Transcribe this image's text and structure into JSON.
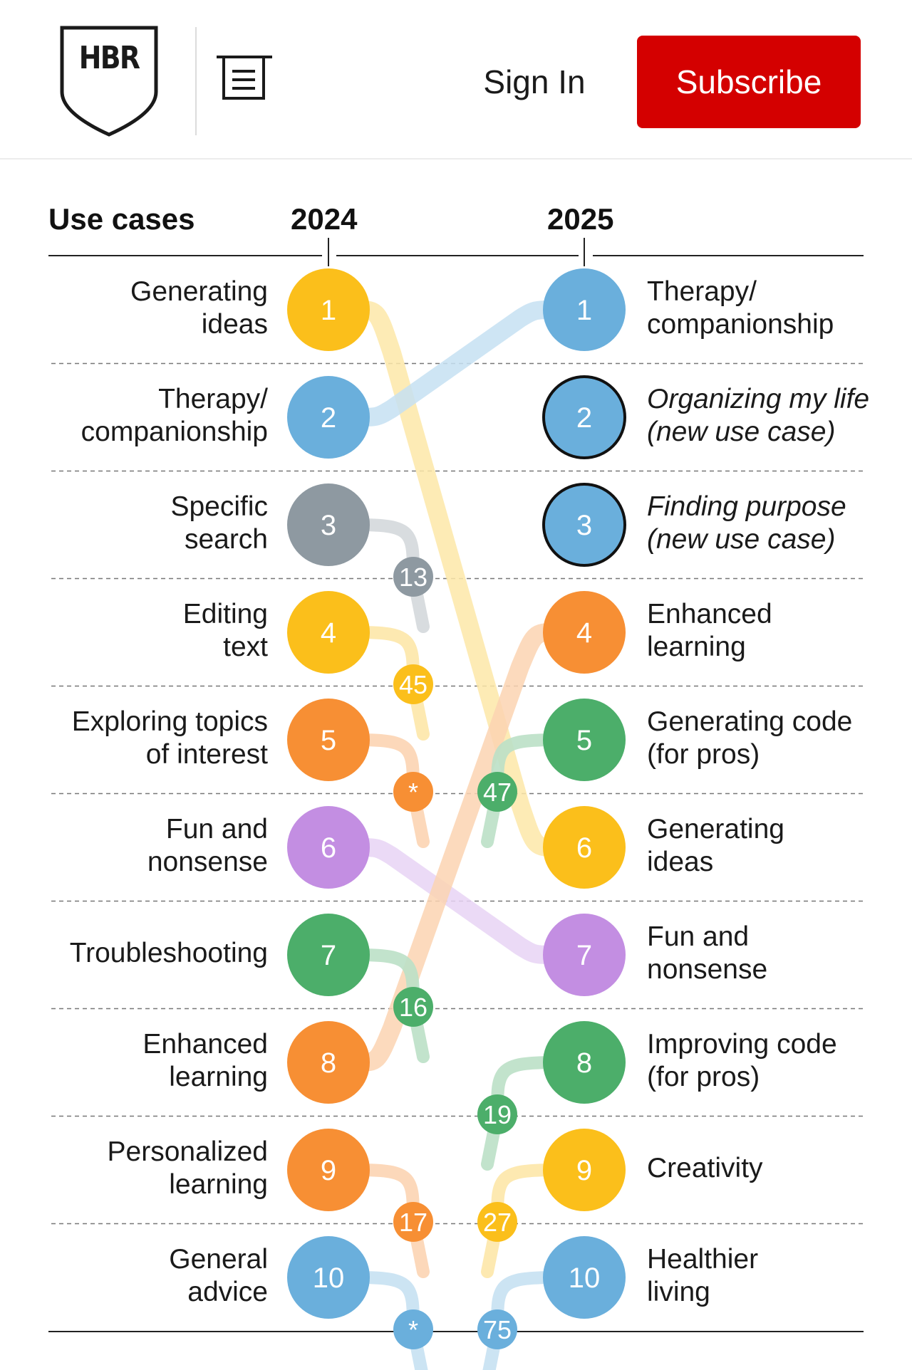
{
  "header": {
    "logo_text": "HBR",
    "signin_label": "Sign In",
    "subscribe_label": "Subscribe",
    "brand_color": "#d40000",
    "icons": {
      "logo": "hbr-shield-icon",
      "menu": "menu-icon"
    }
  },
  "chart_data": {
    "type": "bump",
    "title": "",
    "row_header": "Use cases",
    "columns": [
      "2024",
      "2025"
    ],
    "colors": {
      "yellow": "#fbbf1b",
      "blue": "#6aafdc",
      "gray": "#8e99a1",
      "orange": "#f78f34",
      "purple": "#c38ee2",
      "green": "#4cae6a"
    },
    "left": [
      {
        "rank": 1,
        "label": "Generating\nideas",
        "color": "yellow",
        "rank_2025": "6"
      },
      {
        "rank": 2,
        "label": "Therapy/\ncompanionship",
        "color": "blue",
        "rank_2025": "1"
      },
      {
        "rank": 3,
        "label": "Specific\nsearch",
        "color": "gray",
        "rank_2025": "13"
      },
      {
        "rank": 4,
        "label": "Editing\ntext",
        "color": "yellow",
        "rank_2025": "45"
      },
      {
        "rank": 5,
        "label": "Exploring topics\nof interest",
        "color": "orange",
        "rank_2025": "*"
      },
      {
        "rank": 6,
        "label": "Fun and\nnonsense",
        "color": "purple",
        "rank_2025": "7"
      },
      {
        "rank": 7,
        "label": "Troubleshooting",
        "color": "green",
        "rank_2025": "16"
      },
      {
        "rank": 8,
        "label": "Enhanced\nlearning",
        "color": "orange",
        "rank_2025": "4"
      },
      {
        "rank": 9,
        "label": "Personalized\nlearning",
        "color": "orange",
        "rank_2025": "17"
      },
      {
        "rank": 10,
        "label": "General\nadvice",
        "color": "blue",
        "rank_2025": "*"
      }
    ],
    "right": [
      {
        "rank": 1,
        "label": "Therapy/\ncompanionship",
        "color": "blue",
        "new": false,
        "rank_2024": "2"
      },
      {
        "rank": 2,
        "label": "Organizing my life\n(new use case)",
        "color": "blue",
        "new": true,
        "rank_2024": ""
      },
      {
        "rank": 3,
        "label": "Finding purpose\n(new use case)",
        "color": "blue",
        "new": true,
        "rank_2024": ""
      },
      {
        "rank": 4,
        "label": "Enhanced\nlearning",
        "color": "orange",
        "new": false,
        "rank_2024": "8"
      },
      {
        "rank": 5,
        "label": "Generating code\n(for pros)",
        "color": "green",
        "new": false,
        "rank_2024": "47"
      },
      {
        "rank": 6,
        "label": "Generating\nideas",
        "color": "yellow",
        "new": false,
        "rank_2024": "1"
      },
      {
        "rank": 7,
        "label": "Fun and\nnonsense",
        "color": "purple",
        "new": false,
        "rank_2024": "6"
      },
      {
        "rank": 8,
        "label": "Improving code\n(for pros)",
        "color": "green",
        "new": false,
        "rank_2024": "19"
      },
      {
        "rank": 9,
        "label": "Creativity",
        "color": "yellow",
        "new": false,
        "rank_2024": "27"
      },
      {
        "rank": 10,
        "label": "Healthier\nliving",
        "color": "blue",
        "new": false,
        "rank_2024": "75"
      }
    ]
  }
}
